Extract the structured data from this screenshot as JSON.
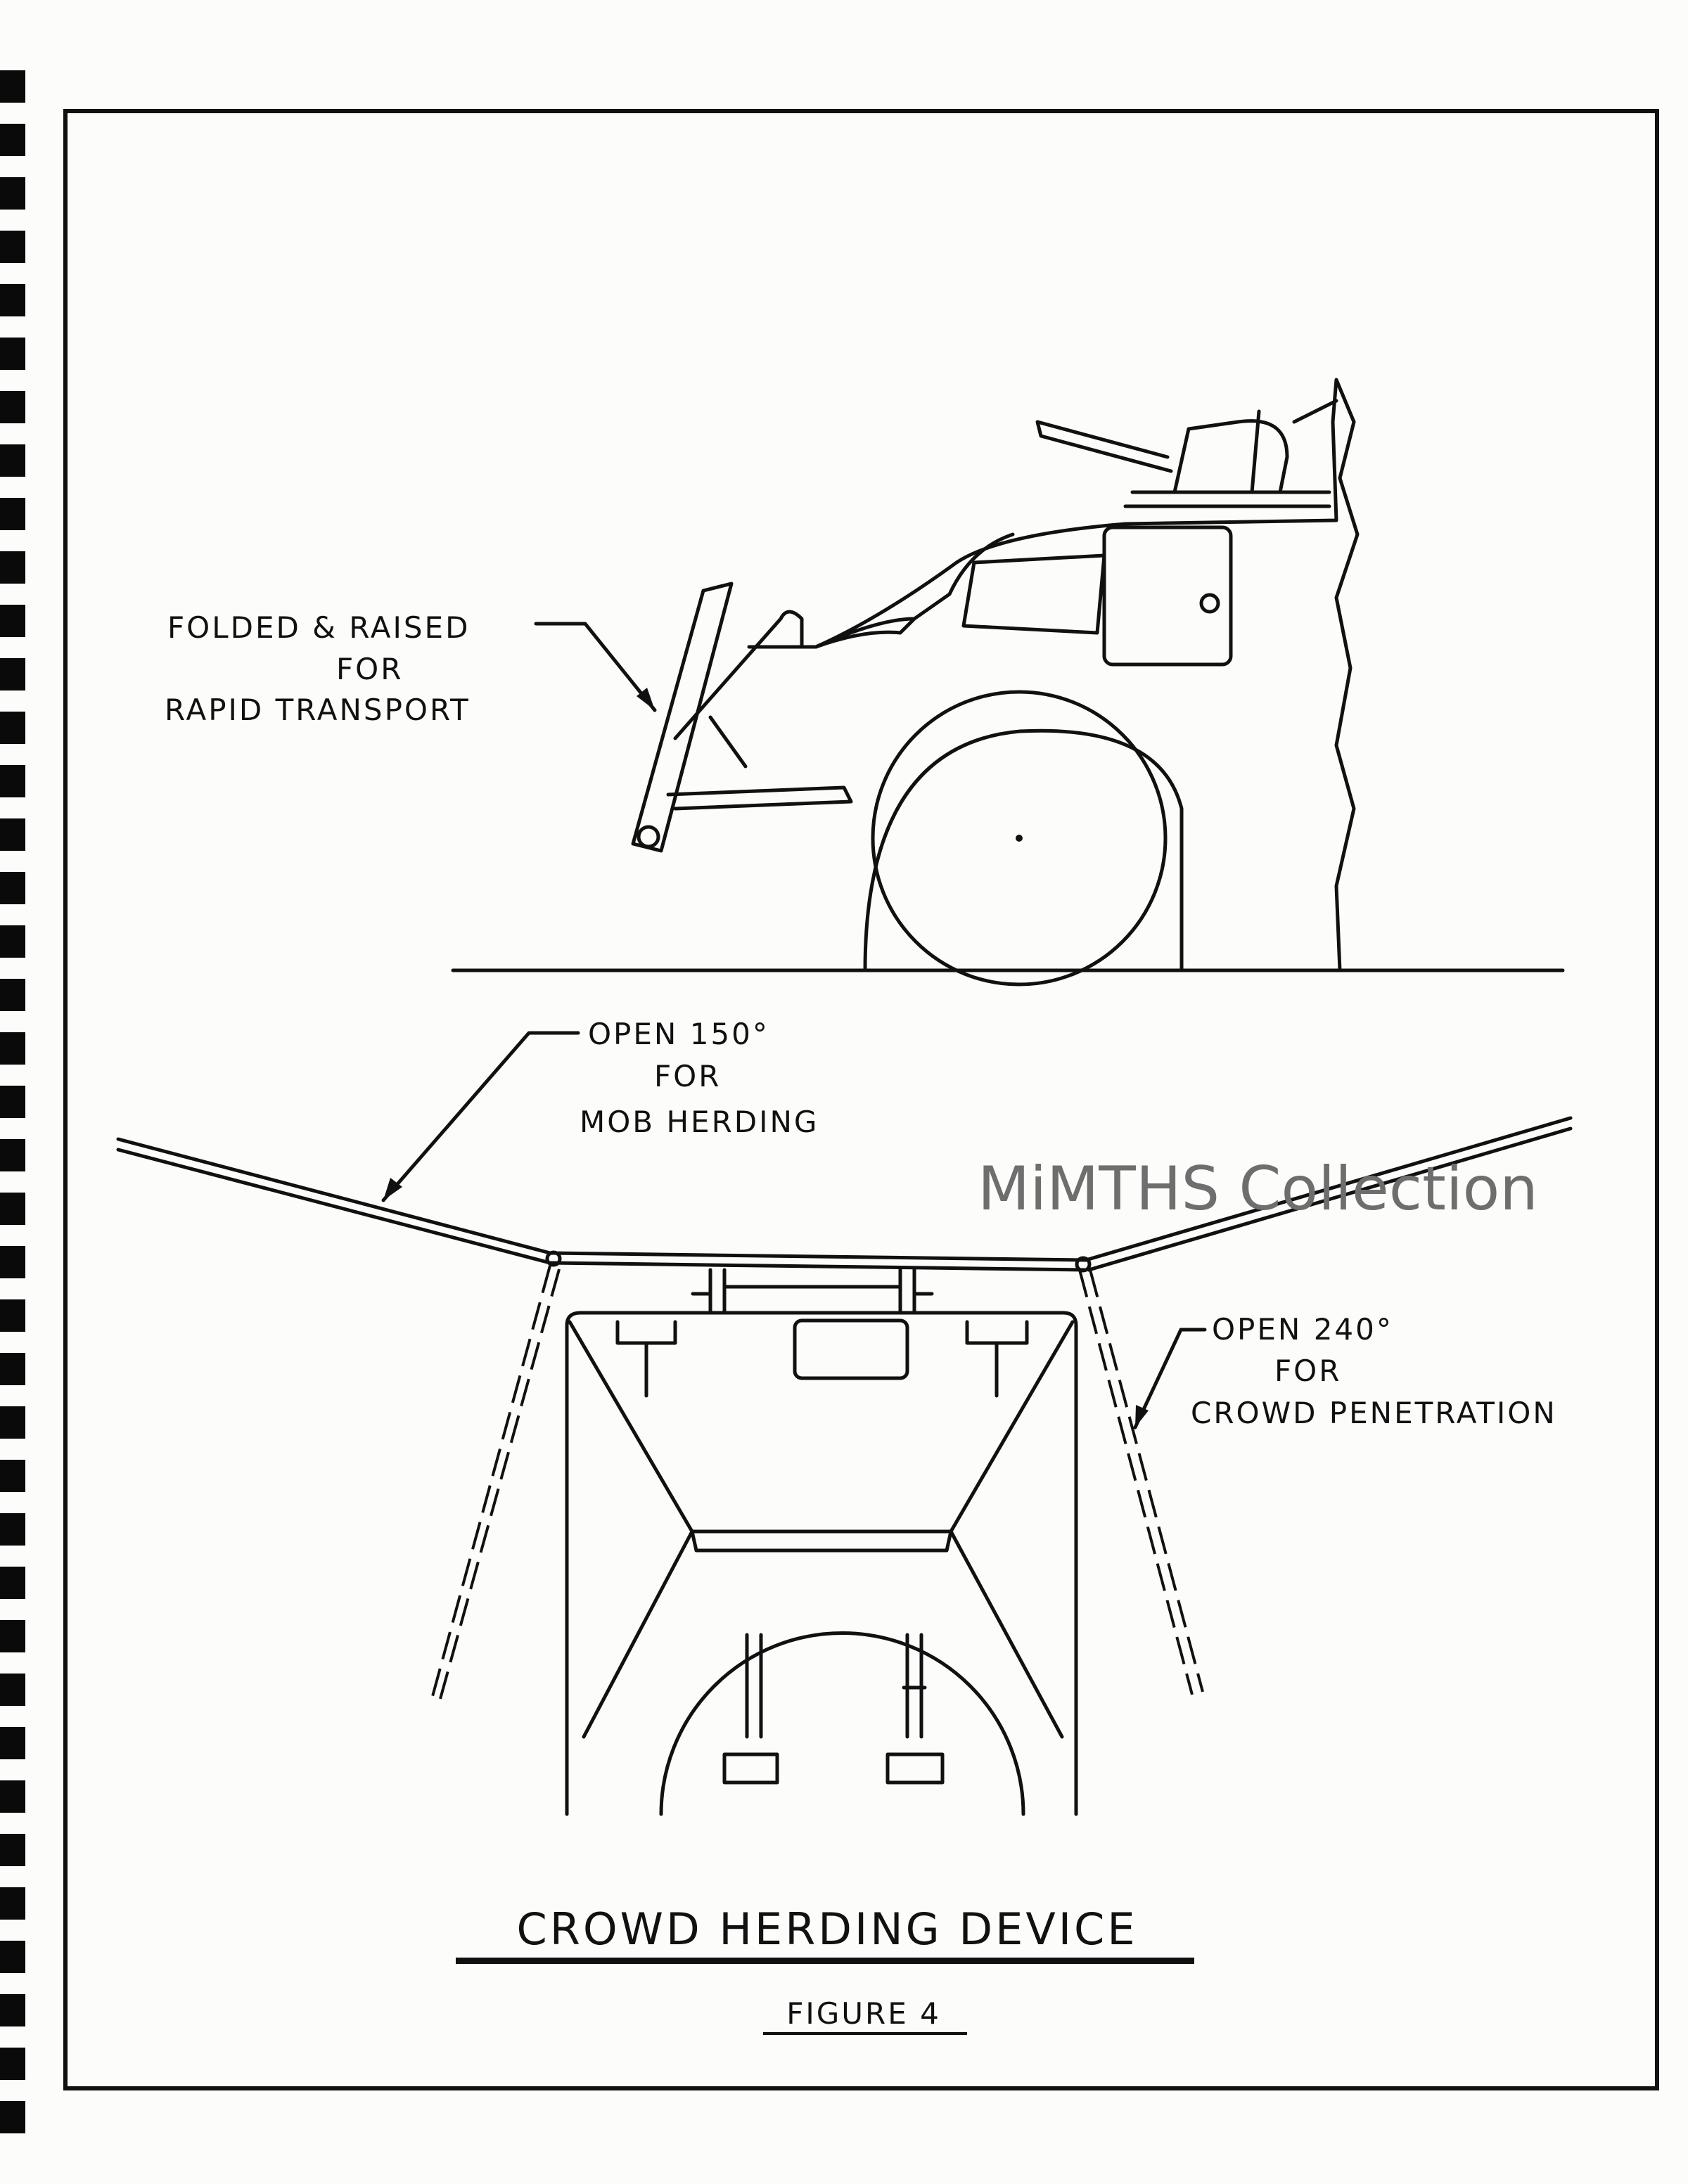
{
  "figure": {
    "title": "CROWD HERDING DEVICE",
    "caption": "FIGURE 4"
  },
  "labels": {
    "folded": {
      "line1": "FOLDED & RAISED",
      "line2": "FOR",
      "line3": "RAPID TRANSPORT"
    },
    "open150": {
      "line1": "OPEN 150°",
      "line2": "FOR",
      "line3": "MOB HERDING"
    },
    "open240": {
      "line1": "OPEN 240°",
      "line2": "FOR",
      "line3": "CROWD PENETRATION"
    }
  },
  "watermark": "MiMTHS Collection"
}
